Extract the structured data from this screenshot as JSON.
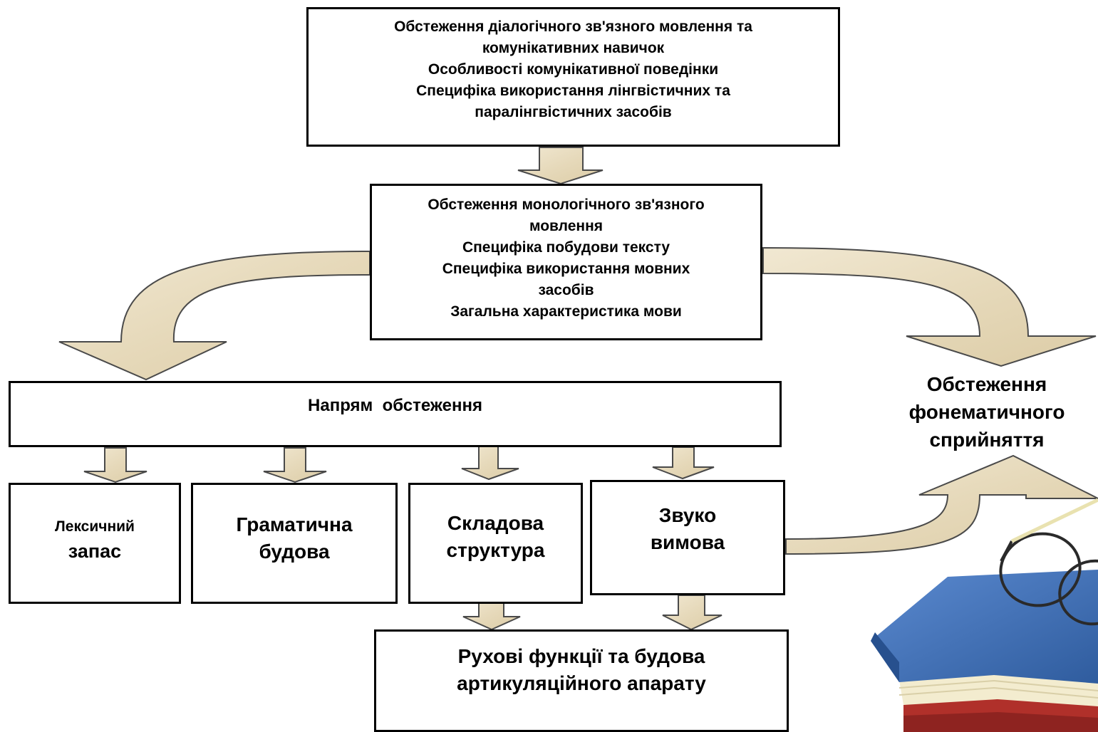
{
  "boxes": {
    "dialog": {
      "lines": [
        "Обстеження діалогічного зв'язного мовлення та",
        "комунікативних навичок",
        "Особливості комунікативної поведінки",
        "Специфіка використання лінгвістичних та",
        "паралінгвістичних засобів"
      ]
    },
    "monolog": {
      "lines": [
        "Обстеження монологічного зв'язного",
        "мовлення",
        "Специфіка побудови тексту",
        "Специфіка використання мовних",
        "засобів",
        "Загальна характеристика мови"
      ]
    },
    "direction": {
      "text": "Напрям  обстеження"
    },
    "lexical": {
      "line1": "Лексичний",
      "line2": "запас"
    },
    "grammar": {
      "line1": "Граматична",
      "line2": "будова"
    },
    "syllable": {
      "line1": "Складова",
      "line2": "структура"
    },
    "sound": {
      "line1": "Звуко",
      "line2": "вимова"
    },
    "motor": {
      "line1": "Рухові функції та будова",
      "line2": "артикуляційного апарату"
    }
  },
  "phonemic": {
    "lines": [
      "Обстеження",
      "фонематичного",
      "сприйняття"
    ]
  },
  "colors": {
    "arrow_fill": "#EADFC4",
    "arrow_stroke": "#4a4a4a",
    "book_blue": "#3B6DB3",
    "book_red": "#B0302A"
  }
}
